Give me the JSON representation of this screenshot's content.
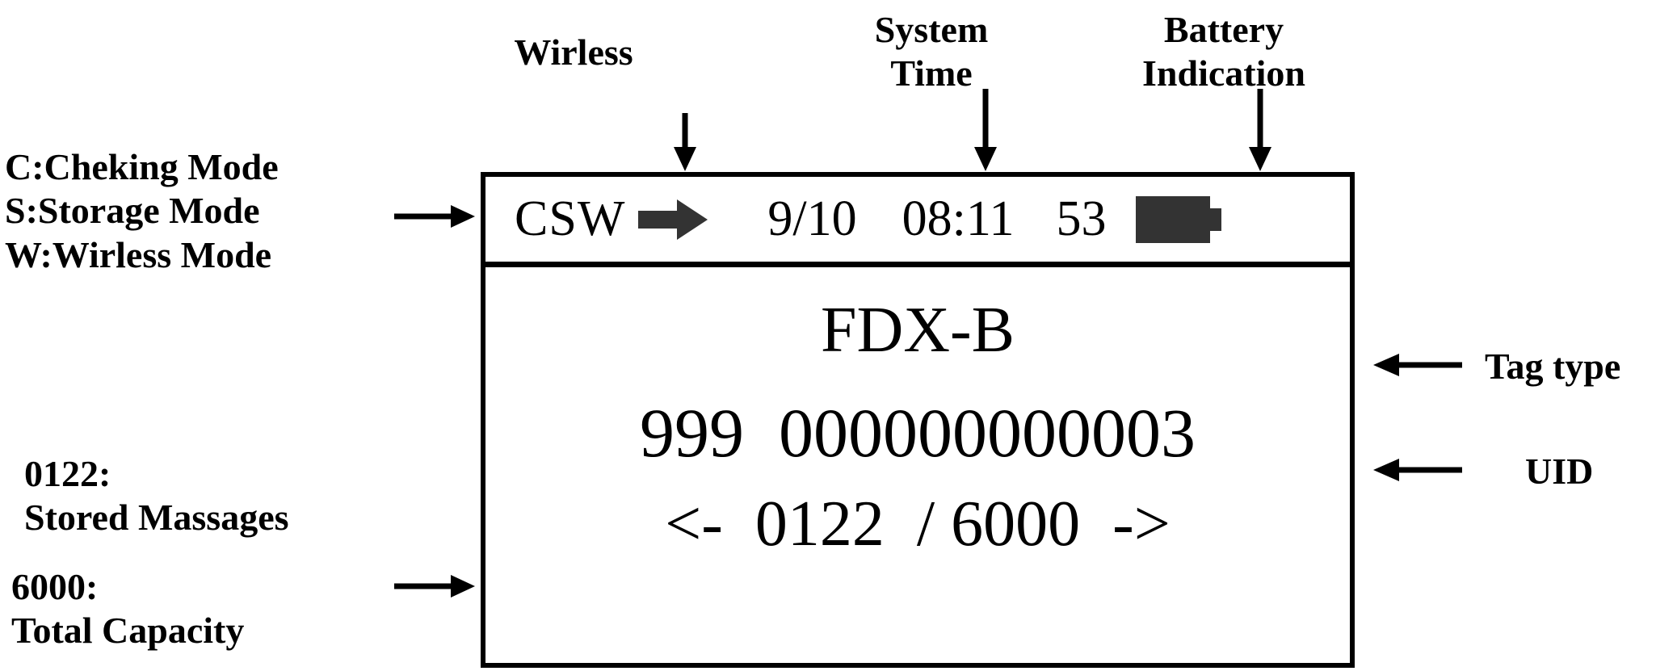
{
  "annotations": {
    "wireless": "Wirless",
    "system_time": "System\nTime",
    "battery": "Battery\nIndication",
    "modes": "C:Cheking Mode\nS:Storage Mode\nW:Wirless Mode",
    "tag_type": "Tag type",
    "uid": "UID",
    "stored_messages": "0122:\nStored Massages",
    "total_capacity": "6000:\nTotal Capacity"
  },
  "device": {
    "status_bar": {
      "mode": "CSW",
      "wireless_icon": "arrow-right-icon",
      "date": "9/10",
      "time": "08:11",
      "seconds": "53",
      "battery_icon": "battery-full-icon",
      "battery_fill_color": "#333333"
    },
    "screen": {
      "tag_type": "FDX-B",
      "uid": "999  000000000003",
      "counter": "<-  0122  / 6000  ->",
      "record_index": "0122",
      "record_total": "6000",
      "prev_arrow": "<-",
      "next_arrow": "->"
    }
  },
  "colors": {
    "ink": "#000000",
    "background": "#ffffff",
    "icon_gray": "#333333"
  }
}
